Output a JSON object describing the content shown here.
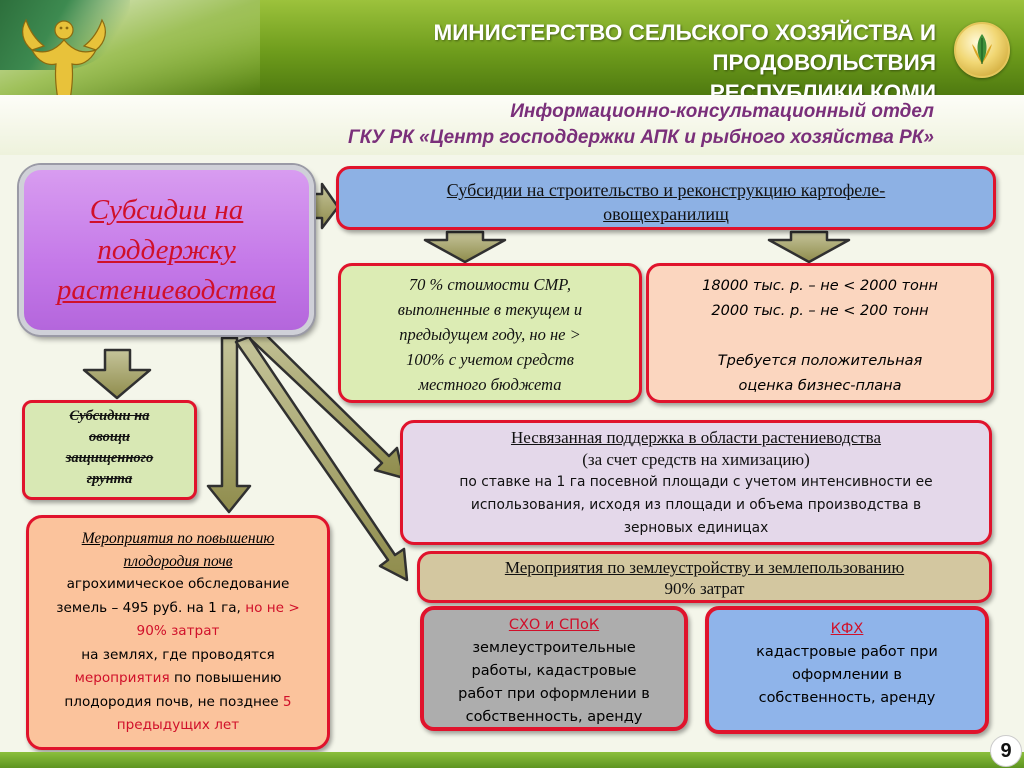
{
  "header": {
    "ministry_line1": "МИНИСТЕРСТВО СЕЛЬСКОГО ХОЗЯЙСТВА И ПРОДОВОЛЬСТВИЯ",
    "ministry_line2": "РЕСПУБЛИКИ КОМИ",
    "dept_line1": "Информационно-консультационный отдел",
    "dept_line2": "ГКУ РК «Центр господдержки АПК и рыбного хозяйства РК»"
  },
  "main": {
    "title_line1": "Субсидии на",
    "title_line2": "поддержку",
    "title_line3": "растениеводства"
  },
  "storage": {
    "title_line1": "Субсидии на строительство и реконструкцию картофеле-",
    "title_line2": "овощехранилищ",
    "left_line1": "70 % стоимости СМР,",
    "left_line2": "выполненные в текущем и",
    "left_line3": "предыдущем году, но не >",
    "left_line4": "100% с учетом средств",
    "left_line5": "местного бюджета",
    "right_line1": "18000 тыс. р. –  не < 2000 тонн",
    "right_line2": "2000 тыс. р. –  не < 200 тонн",
    "right_line3": "Требуется положительная",
    "right_line4": "оценка бизнес-плана"
  },
  "unrelated": {
    "title": "Несвязанная поддержка в области растениеводства",
    "subtitle": "(за счет средств на химизацию)",
    "line1": "по ставке на 1 га посевной площади с учетом интенсивности ее",
    "line2": "использования, исходя из  площади и объема производства в",
    "line3": "зерновых единицах"
  },
  "land": {
    "title": "Мероприятия по землеустройству и землепользованию",
    "subtitle": "90% затрат",
    "sxo_title": "СХО и СПоК",
    "sxo_line1": "землеустроительные",
    "sxo_line2": "работы, кадастровые",
    "sxo_line3": "работ при оформлении в",
    "sxo_line4": "собственность, аренду",
    "kfh_title": "КФХ",
    "kfh_line1": "кадастровые работ при",
    "kfh_line2": "оформлении в",
    "kfh_line3": "собственность, аренду"
  },
  "greenhouse": {
    "line1": "Субсидии на",
    "line2": "овощи",
    "line3": "защищенного",
    "line4": "грунта"
  },
  "fertility": {
    "title_line1": "Мероприятия по повышению",
    "title_line2": "плодородия почв",
    "line1": "агрохимическое обследование",
    "line2a": "земель – 495 руб. на 1 га, ",
    "line2b": "но не >",
    "line3": "90% затрат",
    "line4": "на землях, где проводятся",
    "line5a": "мероприятия",
    "line5b": " по повышению",
    "line6a": "плодородия почв, не позднее ",
    "line6b": "5",
    "line7": "предыдущих лет"
  },
  "page_number": "9",
  "colors": {
    "accent_red": "#e0132c",
    "header_green": "#6e9c1c",
    "title_purple": "#7a2f7a",
    "main_box": "#c478e8"
  }
}
